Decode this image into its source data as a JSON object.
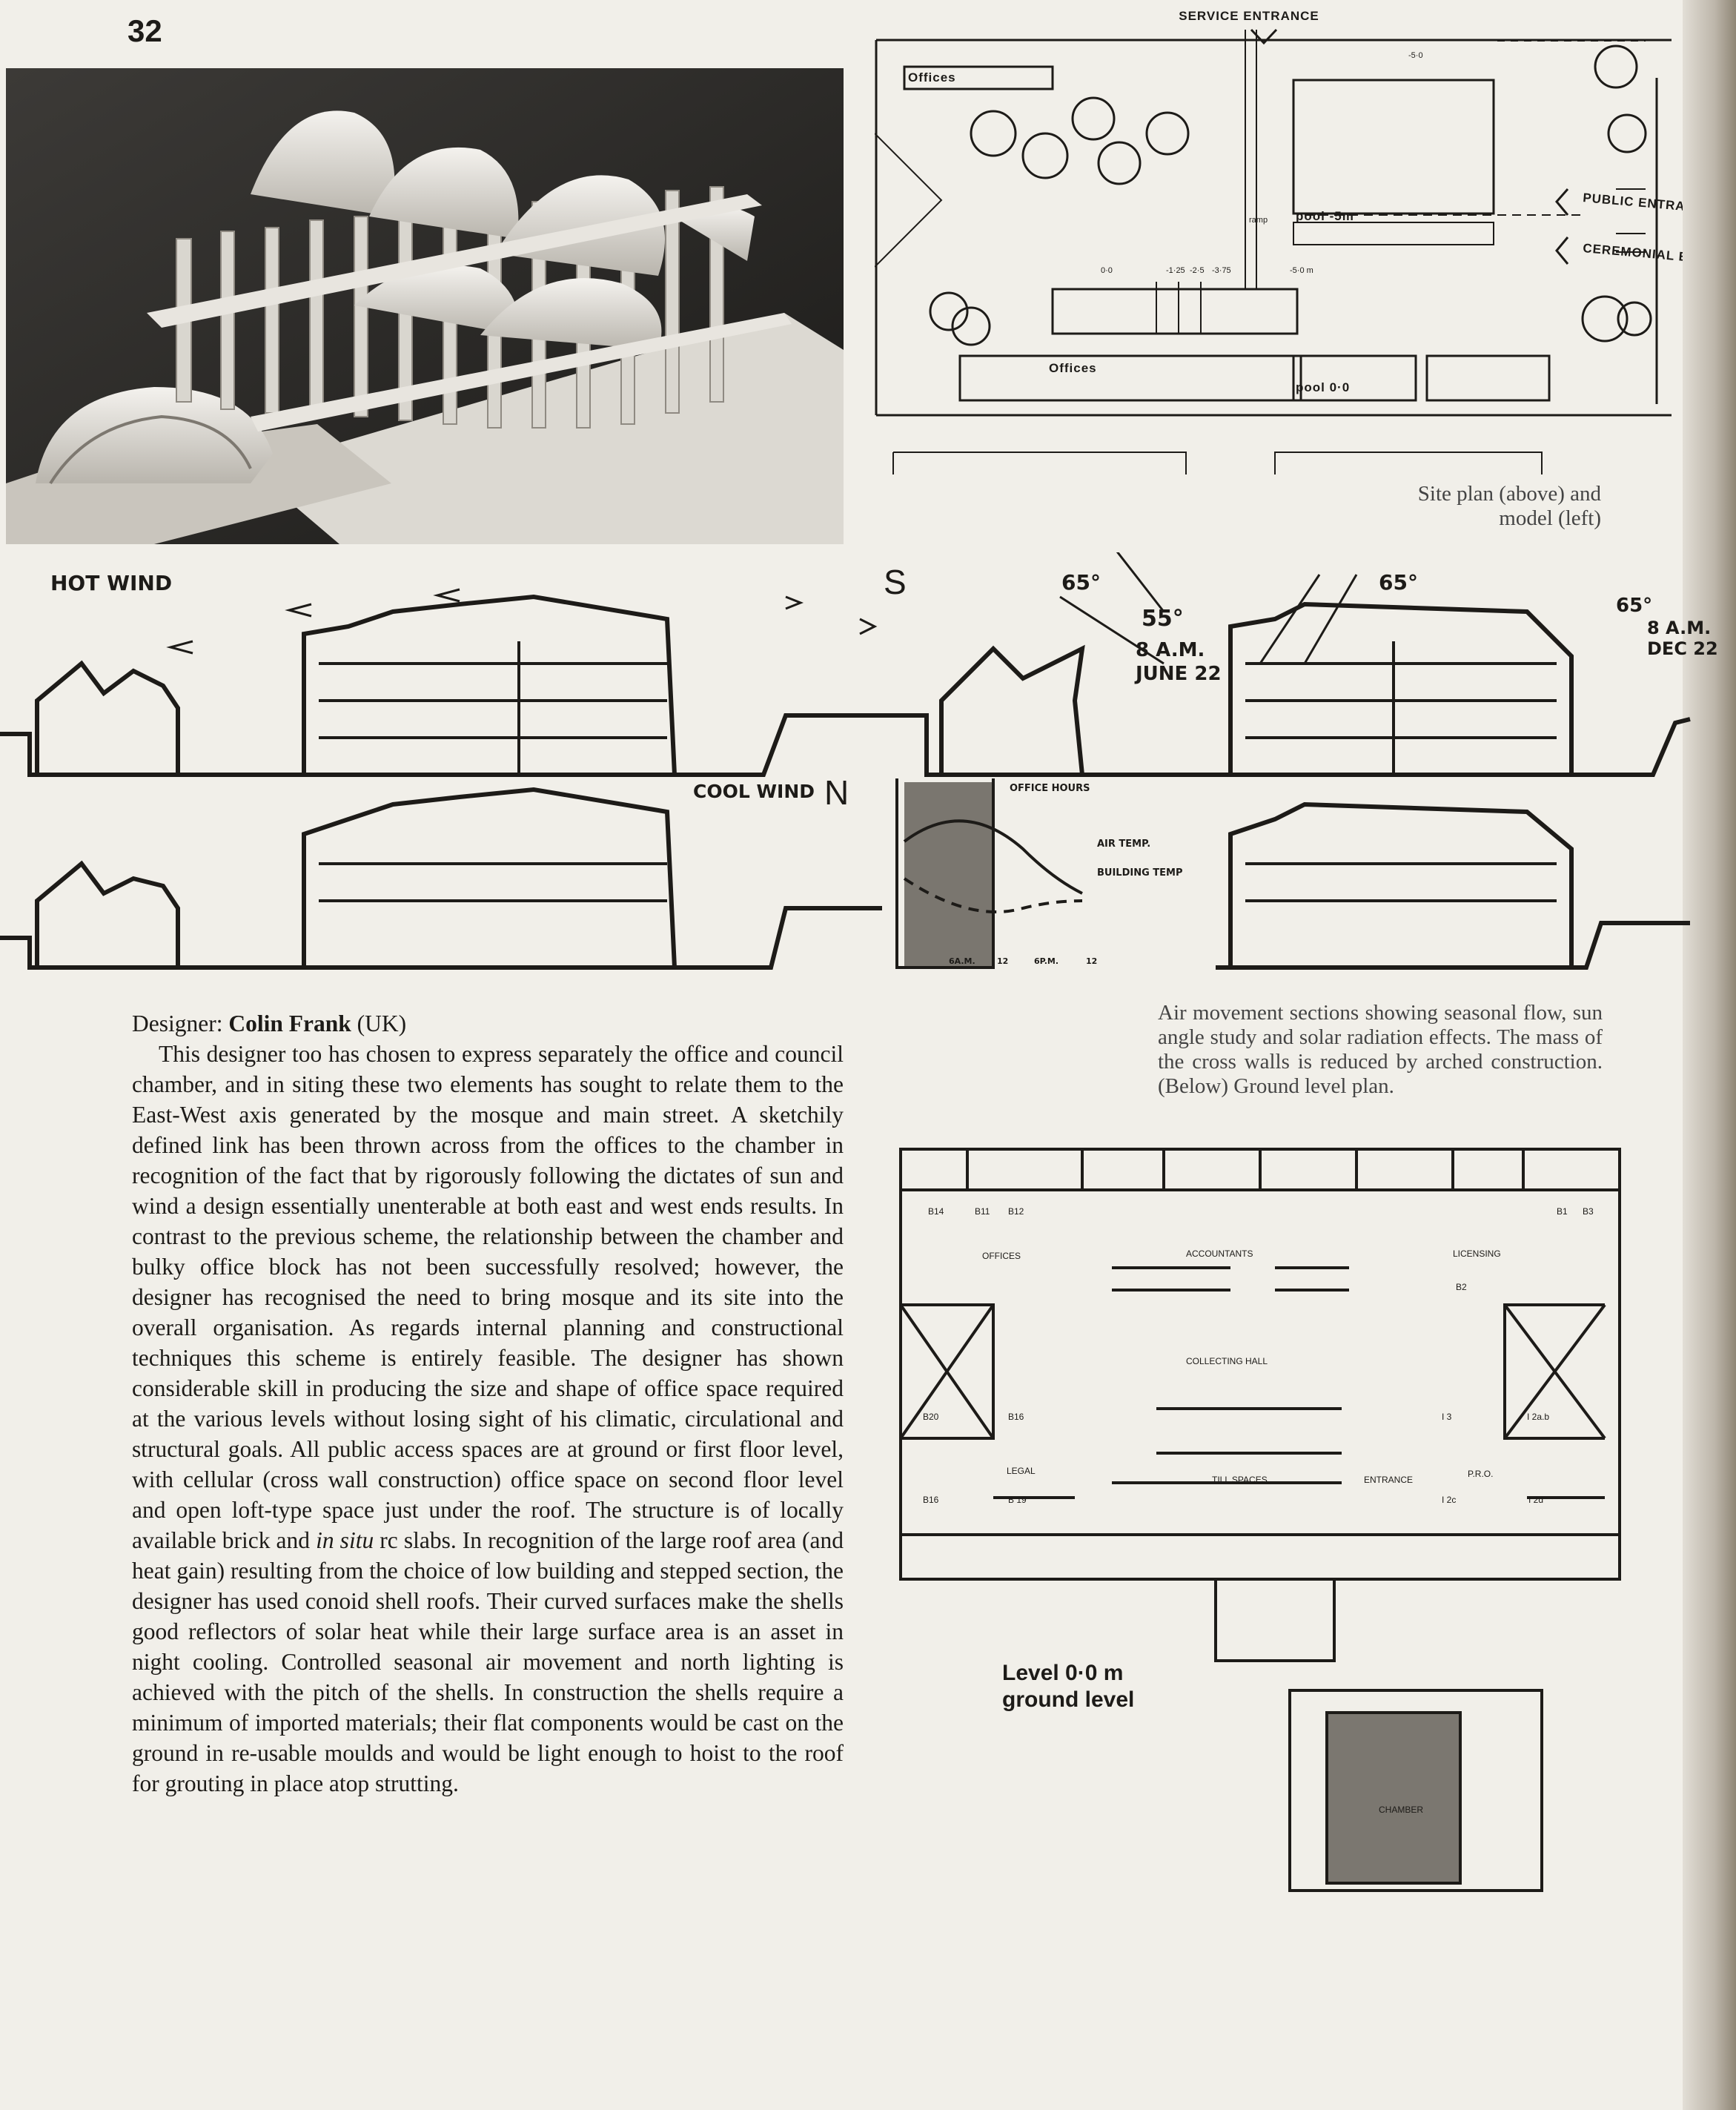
{
  "page_number": "32",
  "site_plan": {
    "service_entrance": "SERVICE ENTRANCE",
    "offices_top": "Offices",
    "offices_bottom": "Offices",
    "pool_upper": "pool  -5m",
    "pool_lower": "pool  0·0",
    "public_entrance": "PUBLIC ENTRANCE",
    "ceremonial_entrance": "CEREMONIAL ENTRANCE",
    "ramp": "ramp",
    "levels": [
      "0·0",
      "-1·25",
      "-2·5",
      "-3·75",
      "-5·0 m",
      "-5·0"
    ]
  },
  "site_caption": "Site plan (above) and model (left)",
  "sections": {
    "hot_wind": "HOT WIND",
    "cool_wind": "COOL WIND",
    "north": "N",
    "south": "S",
    "angle": "65°",
    "angle_55": "55°",
    "time_june": "8 A.M.",
    "date_june": "JUNE 22",
    "time_dec": "8 A.M.",
    "date_dec": "DEC 22",
    "office_hours": "OFFICE HOURS",
    "air_temp": "AIR TEMP.",
    "building_temp": "BUILDING TEMP",
    "time_axis": [
      "6A.M.",
      "12",
      "6P.M.",
      "12"
    ]
  },
  "section_caption": "Air movement sections showing seasonal flow, sun angle study and solar radiation effects. The mass of the cross walls is reduced by arched construction. (Below) Ground level plan.",
  "ground_plan": {
    "rooms": [
      "B14",
      "B11",
      "B12",
      "B1",
      "B3",
      "OFFICES",
      "ACCOUNTANTS",
      "LICENSING",
      "B2",
      "COLLECTING HALL",
      "B20",
      "B16",
      "I 3",
      "I 2a.b",
      "LEGAL",
      "P.R.O.",
      "B16",
      "B 19",
      "TILL SPACES",
      "ENTRANCE",
      "I 2c",
      "I 2d",
      "CHAMBER"
    ],
    "level_title": "Level 0·0 m",
    "level_subtitle": "ground level"
  },
  "article": {
    "designer_prefix": "Designer: ",
    "designer_name": "Colin Frank",
    "designer_country": " (UK)",
    "paragraph": "This designer too has chosen to express separately the office and council chamber, and in siting these two elements has sought to relate them to the East-West axis generated by the mosque and main street. A sketchily defined link has been thrown across from the offices to the chamber in recognition of the fact that by rigorously following the dictates of sun and wind a design essentially unenterable at both east and west ends results. In contrast to the previous scheme, the relationship between the chamber and bulky office block has not been successfully resolved; however, the designer has recognised the need to bring mosque and its site into the overall organisation. As regards internal planning and constructional techniques this scheme is entirely feasible. The designer has shown considerable skill in producing the size and shape of office space required at the various levels without losing sight of his climatic, circulational and structural goals. All public access spaces are at ground or first floor level, with cellular (cross wall construction) office space on second floor level and open loft-type space just under the roof. The structure is of locally available brick and ",
    "paragraph_italic": "in situ",
    "paragraph_end": " rc slabs. In recognition of the large roof area (and heat gain) resulting from the choice of low building and stepped section, the designer has used conoid shell roofs. Their curved surfaces make the shells good reflectors of solar heat while their large surface area is an asset in night cooling. Controlled seasonal air movement and north lighting is achieved with the pitch of the shells. In construction the shells require a minimum of imported materials; their flat components would be cast on the ground in re-usable moulds and would be light enough to hoist to the roof for grouting in place atop strutting."
  }
}
